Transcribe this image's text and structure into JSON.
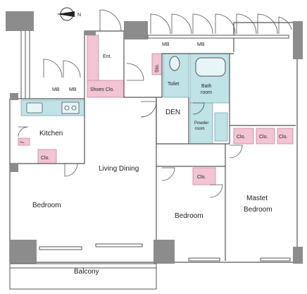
{
  "compass": {
    "north_label": "N"
  },
  "rooms": {
    "entrance": "Ent.",
    "mb_left_1": "MB",
    "mb_left_2": "MB",
    "mb_top_1": "MB",
    "mb_top_2": "MB",
    "storage": "Sto.",
    "shoes_closet": "Shoes Clo.",
    "toilet": "Toilet",
    "bath_room_line1": "Bath",
    "bath_room_line2": "room",
    "den": "DEN",
    "powder_room_line1": "Powder",
    "powder_room_line2": "room",
    "kitchen": "Kitchen",
    "kitchen_storage": "Sto.",
    "closet_kitchen": "Clo.",
    "living_dining": "Living Dining",
    "bedroom_left": "Bedroom",
    "bedroom_middle": "Bedroom",
    "closet_middle": "Clo.",
    "master_bedroom_line1": "Mastet",
    "master_bedroom_line2": "Bedroom",
    "closet_master_1": "Clo.",
    "closet_master_2": "Clo.",
    "closet_master_3": "Clo.",
    "balcony": "Balcony"
  },
  "colors": {
    "wall": "#8c8c8c",
    "wet_area": "#bfe3e6",
    "closet": "#f2c4d4",
    "closet_stroke": "#c48aa0",
    "line": "#555555"
  }
}
